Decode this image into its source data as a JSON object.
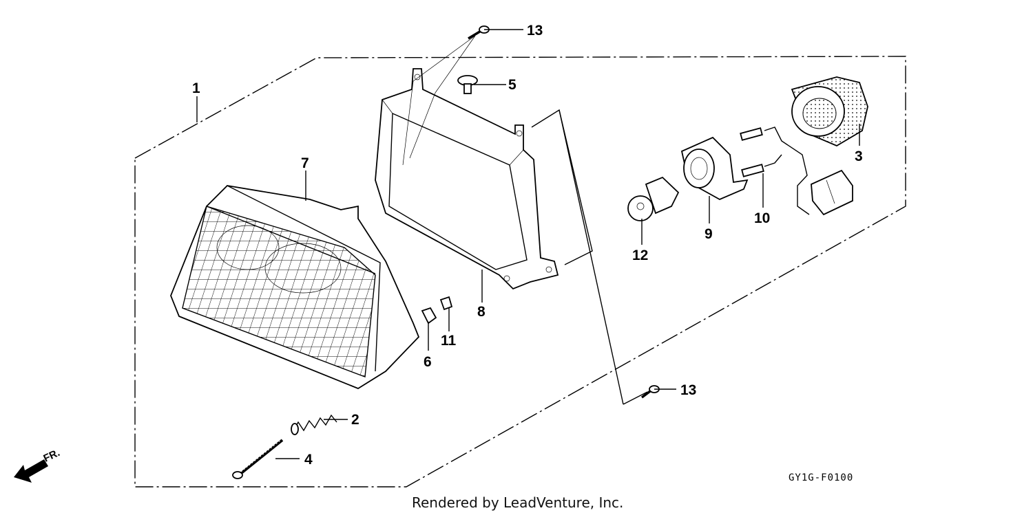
{
  "diagram": {
    "callouts": [
      {
        "id": "1",
        "label": "1"
      },
      {
        "id": "2",
        "label": "2"
      },
      {
        "id": "3",
        "label": "3"
      },
      {
        "id": "4",
        "label": "4"
      },
      {
        "id": "5",
        "label": "5"
      },
      {
        "id": "6",
        "label": "6"
      },
      {
        "id": "7",
        "label": "7"
      },
      {
        "id": "8",
        "label": "8"
      },
      {
        "id": "9",
        "label": "9"
      },
      {
        "id": "10",
        "label": "10"
      },
      {
        "id": "11",
        "label": "11"
      },
      {
        "id": "12",
        "label": "12"
      },
      {
        "id": "13a",
        "label": "13"
      },
      {
        "id": "13b",
        "label": "13"
      }
    ],
    "direction_label": "FR.",
    "diagram_code": "GY1G-F0100",
    "footer_text": "Rendered by LeadVenture, Inc."
  }
}
